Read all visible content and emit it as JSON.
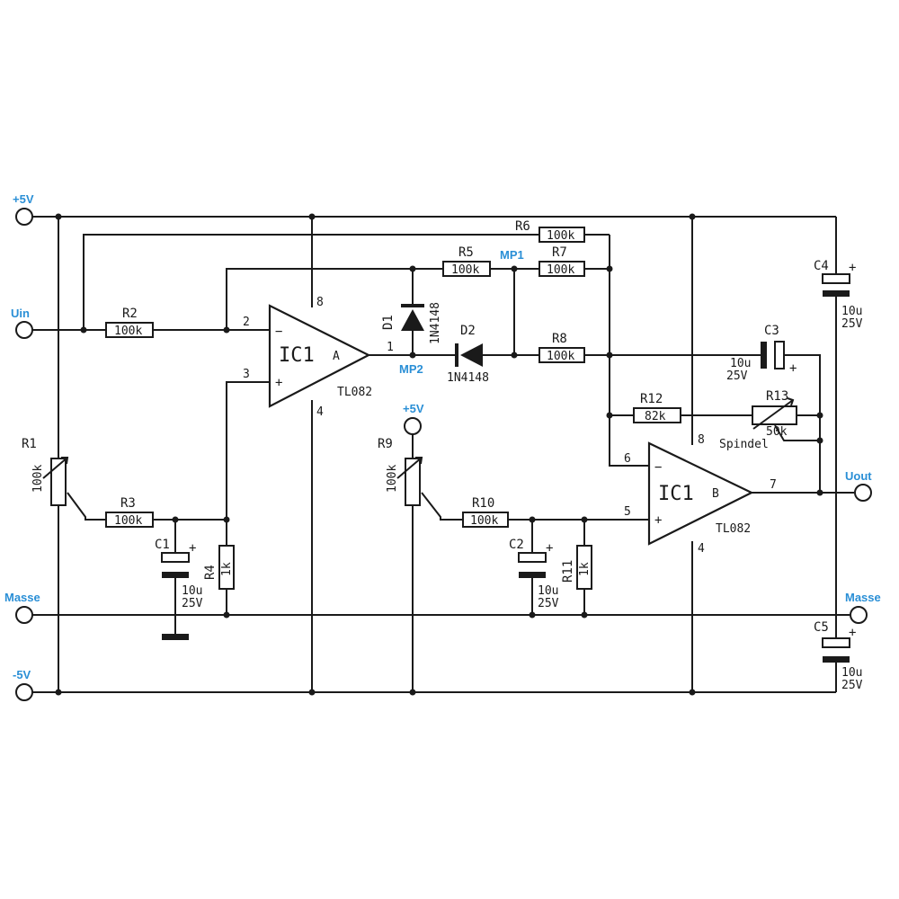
{
  "terminals": {
    "vplus": "+5V",
    "uin": "Uin",
    "masse_left": "Masse",
    "vminus": "-5V",
    "uout": "Uout",
    "masse_right": "Masse",
    "vplus_r9": "+5V"
  },
  "test_points": {
    "mp1": "MP1",
    "mp2": "MP2"
  },
  "resistors": {
    "r1": {
      "name": "R1",
      "value": "100k"
    },
    "r2": {
      "name": "R2",
      "value": "100k"
    },
    "r3": {
      "name": "R3",
      "value": "100k"
    },
    "r4": {
      "name": "R4",
      "value": "1k"
    },
    "r5": {
      "name": "R5",
      "value": "100k"
    },
    "r6": {
      "name": "R6",
      "value": "100k"
    },
    "r7": {
      "name": "R7",
      "value": "100k"
    },
    "r8": {
      "name": "R8",
      "value": "100k"
    },
    "r9": {
      "name": "R9",
      "value": "100k"
    },
    "r10": {
      "name": "R10",
      "value": "100k"
    },
    "r11": {
      "name": "R11",
      "value": "1k"
    },
    "r12": {
      "name": "R12",
      "value": "82k"
    },
    "r13": {
      "name": "R13",
      "value": "50k",
      "note": "Spindel"
    }
  },
  "capacitors": {
    "c1": {
      "name": "C1",
      "value": "10u",
      "voltage": "25V"
    },
    "c2": {
      "name": "C2",
      "value": "10u",
      "voltage": "25V"
    },
    "c3": {
      "name": "C3",
      "value": "10u",
      "voltage": "25V"
    },
    "c4": {
      "name": "C4",
      "value": "10u",
      "voltage": "25V"
    },
    "c5": {
      "name": "C5",
      "value": "10u",
      "voltage": "25V"
    }
  },
  "diodes": {
    "d1": {
      "name": "D1",
      "part": "1N4148"
    },
    "d2": {
      "name": "D2",
      "part": "1N4148"
    }
  },
  "opamps": {
    "a": {
      "name": "IC1",
      "unit": "A",
      "part": "TL082",
      "pin_minus": "2",
      "pin_plus": "3",
      "pin_out": "1",
      "pin_vpos": "8",
      "pin_vneg": "4"
    },
    "b": {
      "name": "IC1",
      "unit": "B",
      "part": "TL082",
      "pin_minus": "6",
      "pin_plus": "5",
      "pin_out": "7",
      "pin_vpos": "8",
      "pin_vneg": "4"
    }
  },
  "symbols": {
    "minus": "−",
    "plus": "+"
  },
  "colors": {
    "terminal_label": "#2a8fd6",
    "ink": "#1a1a1a"
  }
}
